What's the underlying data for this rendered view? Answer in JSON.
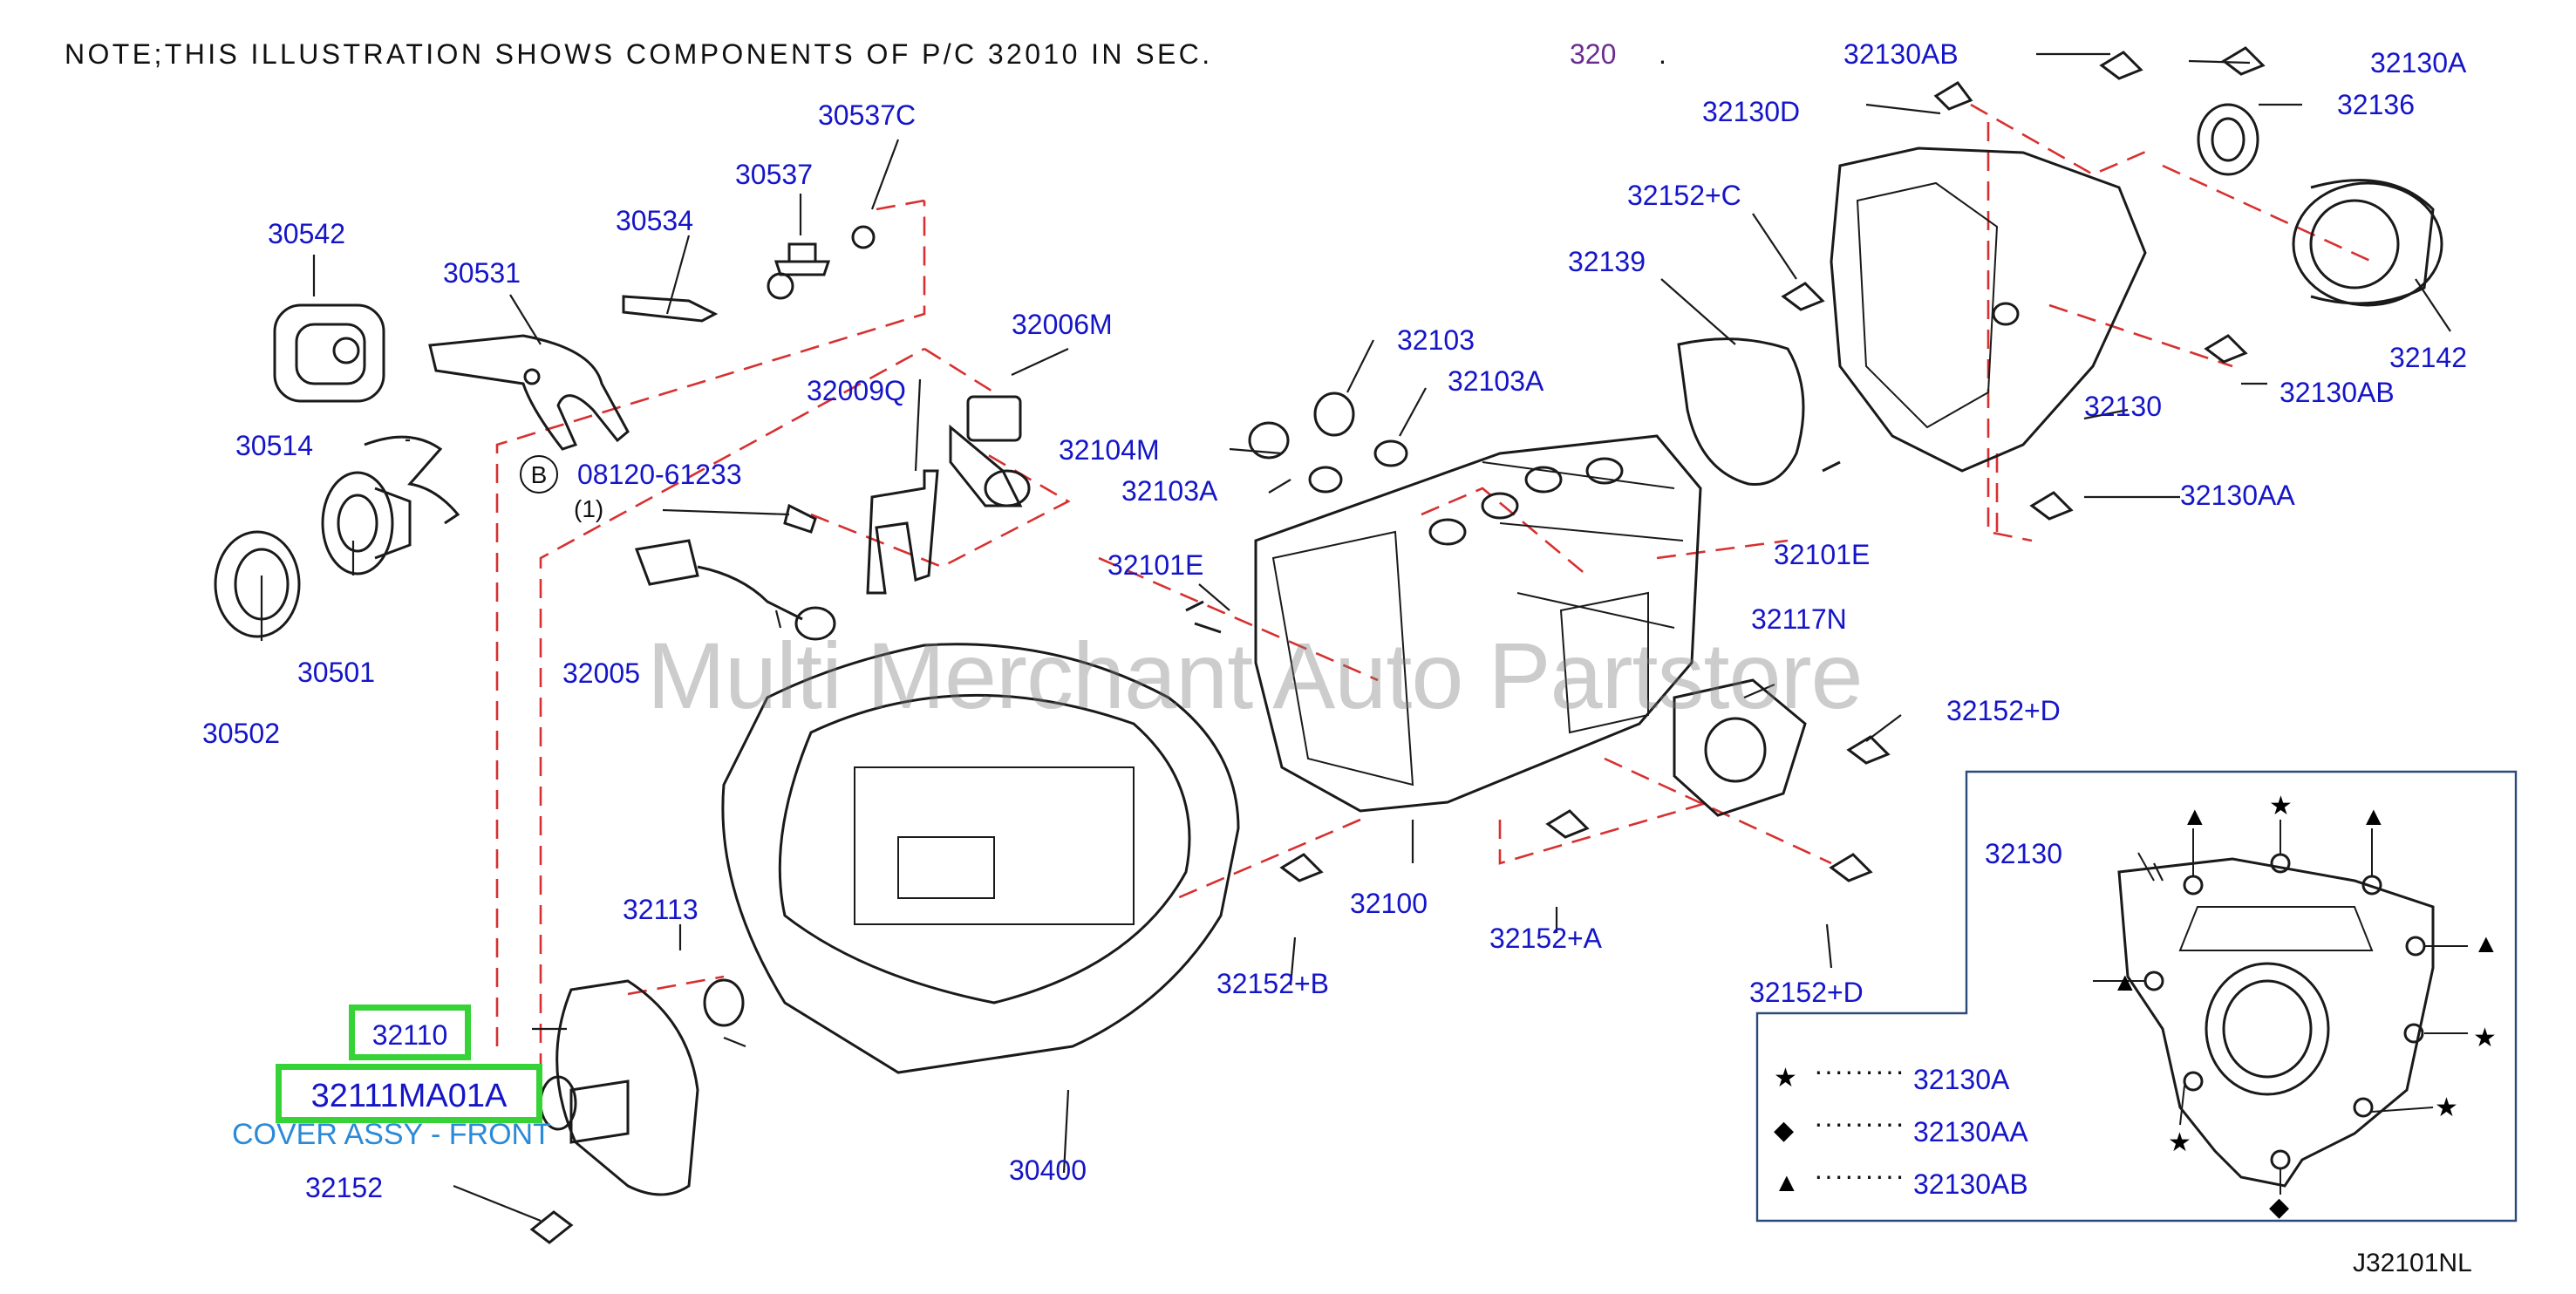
{
  "note": {
    "text": "NOTE;THIS ILLUSTRATION SHOWS COMPONENTS OF P/C 32010 IN SEC.",
    "section": "320",
    "dot": "."
  },
  "watermark": "Multi Merchant Auto Partstore",
  "labels": {
    "p30537C": "30537C",
    "p30537": "30537",
    "p30534": "30534",
    "p30542": "30542",
    "p30531": "30531",
    "p30514": "30514",
    "p30501": "30501",
    "p30502": "30502",
    "pB": "B",
    "p08120": "08120-61233",
    "p1": "(1)",
    "p32009Q": "32009Q",
    "p32006M": "32006M",
    "p32104M": "32104M",
    "p32103A_1": "32103A",
    "p32103": "32103",
    "p32103A_2": "32103A",
    "p32005": "32005",
    "p32101E_1": "32101E",
    "p32113": "32113",
    "p32152": "32152",
    "p30400": "30400",
    "p32100": "32100",
    "p32152B": "32152+B",
    "p32152A": "32152+A",
    "p32152D_1": "32152+D",
    "p32152D_2": "32152+D",
    "p32117N": "32117N",
    "p32139": "32139",
    "p32152C": "32152+C",
    "p32130D": "32130D",
    "p32130AB_1": "32130AB",
    "p32130A": "32130A",
    "p32136": "32136",
    "p32142": "32142",
    "p32130AB_2": "32130AB",
    "p32130": "32130",
    "p32130AA": "32130AA",
    "p32101E_2": "32101E",
    "inset32130": "32130"
  },
  "highlighted": {
    "part_32110": "32110",
    "part_32111": "32111MA01A",
    "caption": "COVER ASSY - FRONT"
  },
  "legend": [
    {
      "symbol": "★",
      "dots": "·········",
      "part": "32130A"
    },
    {
      "symbol": "◆",
      "dots": "·········",
      "part": "32130AA"
    },
    {
      "symbol": "▲",
      "dots": "·········",
      "part": "32130AB"
    }
  ],
  "inset_markers": [
    "▲",
    "★",
    "▲",
    "▲",
    "▲",
    "★",
    "★",
    "★",
    "◆"
  ],
  "reference": "J32101NL",
  "colors": {
    "label_blue": "#1515c8",
    "highlight_green": "#35d335",
    "caption_blue": "#2a8ad8",
    "leader_red": "#d83030",
    "section_purple": "#6a2d91"
  }
}
